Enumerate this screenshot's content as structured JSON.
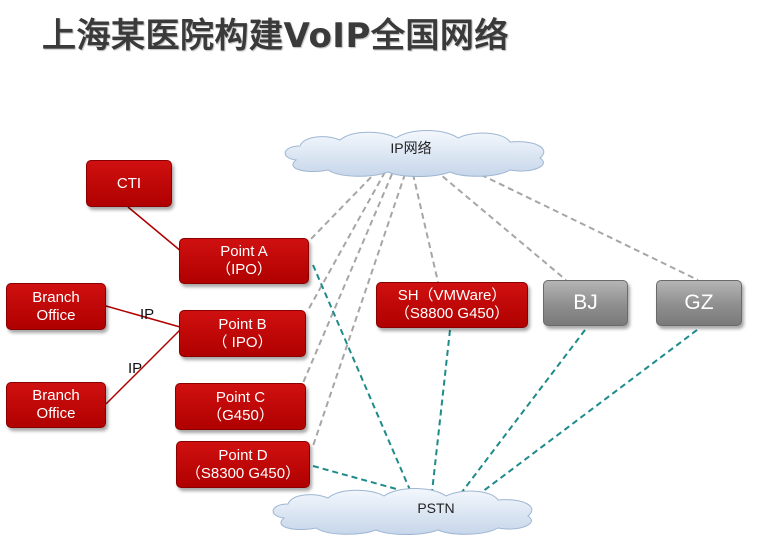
{
  "title": "上海某医院构建VoIP全国网络",
  "clouds": {
    "ip": {
      "label": "IP网络"
    },
    "pstn": {
      "label": "PSTN"
    }
  },
  "nodes": {
    "cti": {
      "lines": [
        "CTI"
      ]
    },
    "point_a": {
      "lines": [
        "Point A",
        "（IPO）"
      ]
    },
    "branch_office_1": {
      "lines": [
        "Branch",
        "Office"
      ]
    },
    "point_b": {
      "lines": [
        "Point B",
        "（ IPO）"
      ]
    },
    "branch_office_2": {
      "lines": [
        "Branch",
        "Office"
      ]
    },
    "point_c": {
      "lines": [
        "Point C",
        "（G450）"
      ]
    },
    "point_d": {
      "lines": [
        "Point D",
        "（S8300 G450）"
      ]
    },
    "sh": {
      "lines": [
        "SH（VMWare）",
        "（S8800 G450）"
      ]
    },
    "bj": {
      "lines": [
        "BJ"
      ]
    },
    "gz": {
      "lines": [
        "GZ"
      ]
    }
  },
  "link_labels": {
    "branch1_to_point_b": "IP",
    "branch2_to_point_b": "IP"
  },
  "colors": {
    "node_red": "#c00000",
    "node_gray": "#8e8e8e",
    "ip_link": "#a6a6a6",
    "pstn_link": "#1f8a8a",
    "solid_link": "#b00000"
  }
}
